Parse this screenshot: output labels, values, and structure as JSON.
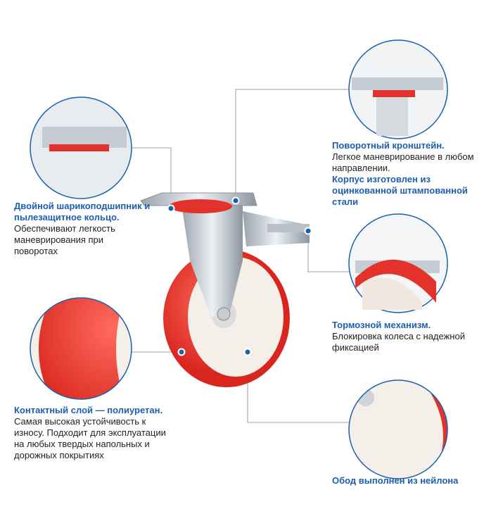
{
  "colors": {
    "accent": "#1d5fae",
    "wheel_red": "#e3322b",
    "rim": "#f4efe9"
  },
  "features": [
    {
      "heading": "Двойной шарикоподшипник и пылезащитное кольцо.",
      "text": "Обеспечивают легкость маневрирования при поворотах"
    },
    {
      "heading": "Поворотный кронштейн.",
      "text": "Легкое маневрирование в любом направлении.",
      "heading2": "Корпус изготовлен из оцинкованной штампованной стали"
    },
    {
      "heading": "Тормозной механизм.",
      "text": "Блокировка колеса с надежной фиксацией"
    },
    {
      "heading": "Контактный слой — полиуретан.",
      "text": "Самая высокая устойчивость к износу. Подходит для эксплуатации на любых твердых напольных и дорожных покрытиях"
    },
    {
      "heading": "Обод выполнен из нейлона"
    }
  ]
}
